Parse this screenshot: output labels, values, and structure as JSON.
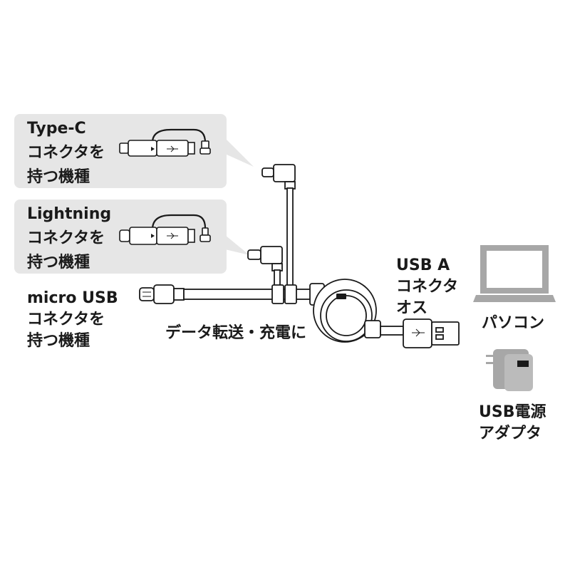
{
  "callouts": {
    "type_c": "Type-C\nコネクタを\n持つ機種",
    "lightning": "Lightning\nコネクタを\n持つ機種"
  },
  "labels": {
    "micro_usb": "micro USB\nコネクタを\n持つ機種",
    "data_transfer": "データ転送・充電に",
    "usb_a": "USB A\nコネクタ\nオス",
    "pc": "パソコン",
    "adapter": "USB電源\nアダプタ"
  },
  "colors": {
    "callout_bg": "#e6e6e6",
    "line": "#1a1a1a",
    "device_gray": "#a7a7a7"
  }
}
